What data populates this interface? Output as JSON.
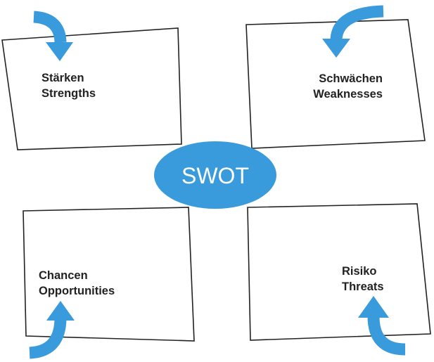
{
  "center": {
    "label": "SWOT"
  },
  "quadrants": [
    {
      "de": "Stärken",
      "en": "Strengths"
    },
    {
      "de": "Schwächen",
      "en": "Weaknesses"
    },
    {
      "de": "Chancen",
      "en": "Opportunities"
    },
    {
      "de": "Risiko",
      "en": "Threats"
    }
  ],
  "colors": {
    "accent": "#3a9bdc",
    "outline": "#222222"
  }
}
